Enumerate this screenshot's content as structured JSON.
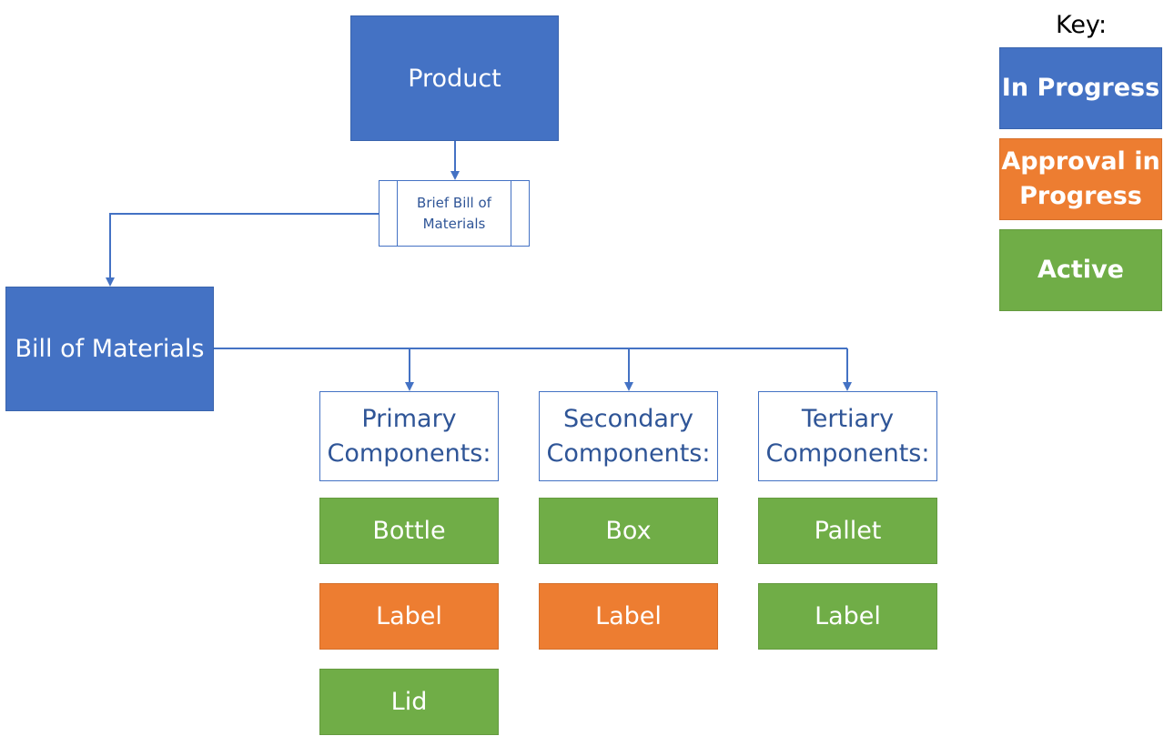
{
  "diagram": {
    "product": "Product",
    "brief_bom": "Brief Bill of Materials",
    "bom": "Bill of Materials",
    "categories": [
      {
        "label": "Primary Components:",
        "items": [
          {
            "label": "Bottle",
            "status": "Active"
          },
          {
            "label": "Label",
            "status": "Approval in Progress"
          },
          {
            "label": "Lid",
            "status": "Active"
          }
        ]
      },
      {
        "label": "Secondary Components:",
        "items": [
          {
            "label": "Box",
            "status": "Active"
          },
          {
            "label": "Label",
            "status": "Approval in Progress"
          }
        ]
      },
      {
        "label": "Tertiary Components:",
        "items": [
          {
            "label": "Pallet",
            "status": "Active"
          },
          {
            "label": "Label",
            "status": "Active"
          }
        ]
      }
    ]
  },
  "key": {
    "title": "Key:",
    "entries": [
      {
        "label": "In Progress",
        "color": "#4472C4"
      },
      {
        "label": "Approval in Progress",
        "color": "#ED7D31"
      },
      {
        "label": "Active",
        "color": "#70AD47"
      }
    ]
  },
  "colors": {
    "connector": "#4472C4",
    "outline_text": "#2F5597"
  }
}
